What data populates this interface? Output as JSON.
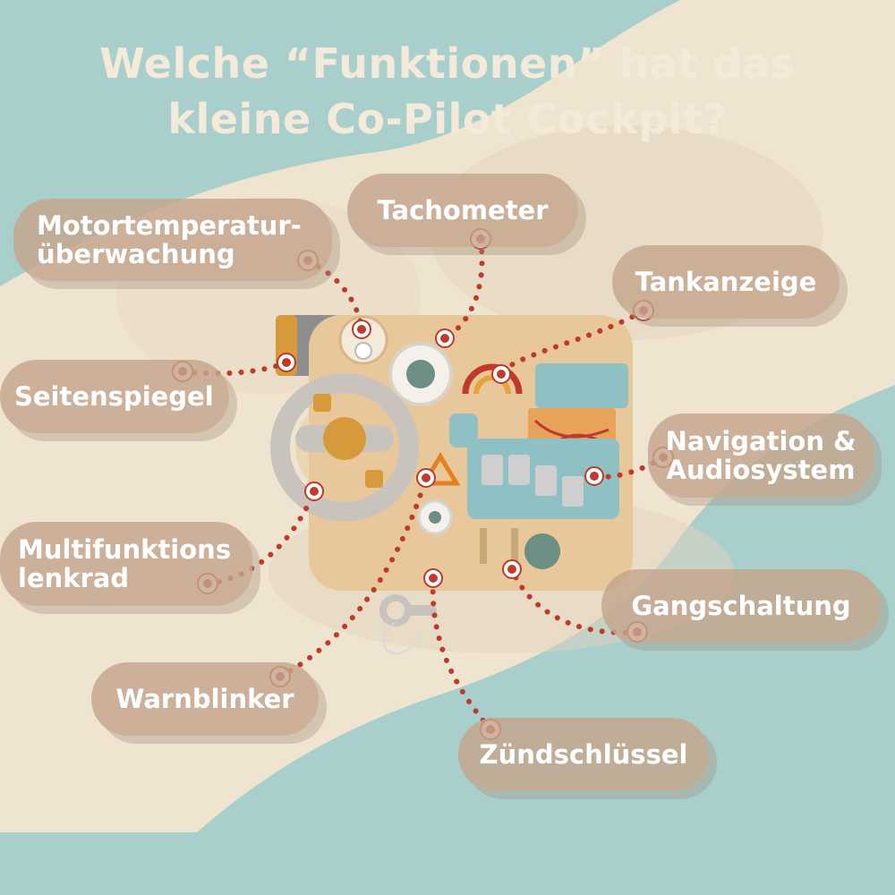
{
  "title": {
    "line1": "Welche “Funktionen” hat das",
    "line2": "kleine Co-Pilot Cockpit?"
  },
  "labels": {
    "motortemperatur": {
      "line1": "Motortemperatur-",
      "line2": "überwachung"
    },
    "tachometer": "Tachometer",
    "tankanzeige": "Tankanzeige",
    "seitenspiegel": "Seitenspiegel",
    "navigation": {
      "line1": "Navigation &",
      "line2": "Audiosystem"
    },
    "lenkrad": {
      "line1": "Multifunktions",
      "line2": "lenkrad"
    },
    "gangschaltung": "Gangschaltung",
    "warnblinker": "Warnblinker",
    "zuendschluessel": "Zündschlüssel"
  },
  "colors": {
    "background_teal": "#a9cfcc",
    "background_cream": "#efe4cf",
    "label_pill": "#c4a58c",
    "title_text": "#f3ead9",
    "connector_dots": "#c0392b",
    "board_wood": "#e8c79a"
  }
}
